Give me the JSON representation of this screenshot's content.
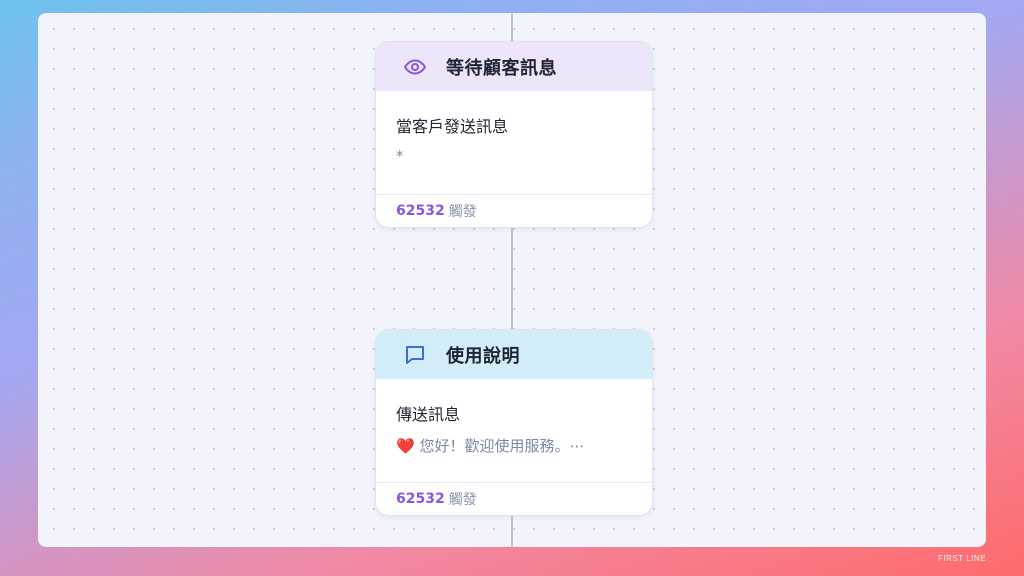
{
  "colors": {
    "trigger_header_bg": "#ede6fb",
    "trigger_icon": "#8b55e0",
    "message_header_bg": "#d3ecfa",
    "message_icon": "#3b6fd8",
    "count_accent": "#8b55e0"
  },
  "flow": {
    "nodes": [
      {
        "icon": "eye-icon",
        "title": "等待顧客訊息",
        "label": "當客戶發送訊息",
        "detail": "*",
        "count": "62532",
        "count_suffix": "觸發"
      },
      {
        "icon": "chat-bubble-icon",
        "title": "使用說明",
        "label": "傳送訊息",
        "detail": "❤️ 您好！歡迎使用服務。⋯",
        "count": "62532",
        "count_suffix": "觸發"
      }
    ]
  },
  "watermark": "FIRST LINE"
}
